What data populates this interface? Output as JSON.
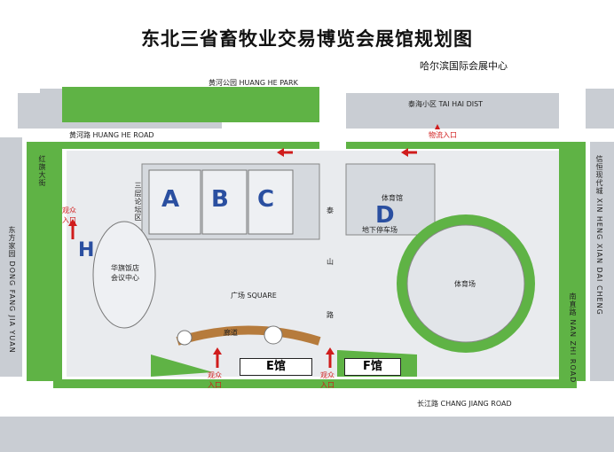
{
  "title": "东北三省畜牧业交易博览会展馆规划图",
  "subtitle": "哈尔滨国际会展中心",
  "roads": {
    "top": "黄河公园  HUANG HE PARK",
    "taihai": "泰海小区 TAI HAI DIST",
    "huanghe_road": "黄河路  HUANG HE ROAD",
    "changjiang": "长江路  CHANG JIANG ROAD",
    "hongqi": "红旗大街",
    "dongfang": "东方家园 DONG FANG JIA YUAN",
    "xinheng": "信恒现代城 XIN HENG XIAN DAI CHENG",
    "nanzhi": "南直路 NAN ZHI ROAD"
  },
  "halls": {
    "A": "A",
    "B": "B",
    "C": "C",
    "D": "D",
    "H": "H",
    "E": "E馆",
    "F": "F馆"
  },
  "labels": {
    "forum": "三层论坛区",
    "huaqi": "华旗饭店",
    "meeting": "会议中心",
    "gym": "体育馆",
    "parking": "地下停车场",
    "stadium": "体育场",
    "square": "广场 SQUARE",
    "tai": "泰",
    "shan": "山",
    "lu": "路",
    "wuliu": "物流入口",
    "guanzhong_left": "观众入口",
    "guanzhong_bottom1": "观众入口",
    "guanzhong_bottom2": "观众入口",
    "promenade": "廊道"
  },
  "colors": {
    "green": "#5fb345",
    "red": "#d01c1c",
    "blue": "#2a4fa0",
    "grey": "#c9cdd3"
  }
}
